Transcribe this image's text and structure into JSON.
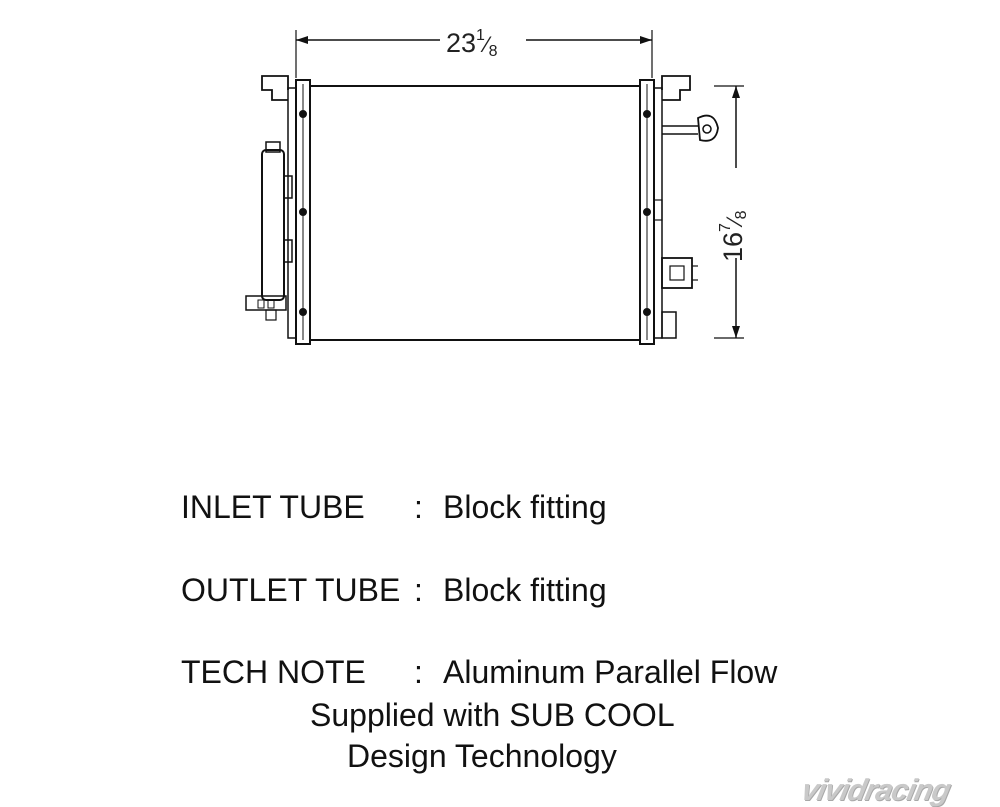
{
  "dimensions": {
    "width": {
      "whole": "23",
      "num": "1",
      "den": "8"
    },
    "height": {
      "whole": "16",
      "num": "7",
      "den": "8"
    }
  },
  "specs": [
    {
      "label": "INLET TUBE",
      "colon": ":",
      "value": "Block fitting"
    },
    {
      "label": "OUTLET TUBE",
      "colon": ":",
      "value": "Block fitting"
    },
    {
      "label": "TECH NOTE",
      "colon": ":",
      "value": "Aluminum Parallel Flow"
    }
  ],
  "tech_note_continuation": [
    "Supplied with SUB COOL",
    "Design Technology"
  ],
  "watermark": "vividracing",
  "colors": {
    "line": "#111111",
    "watermark": "#c9c9c9"
  }
}
